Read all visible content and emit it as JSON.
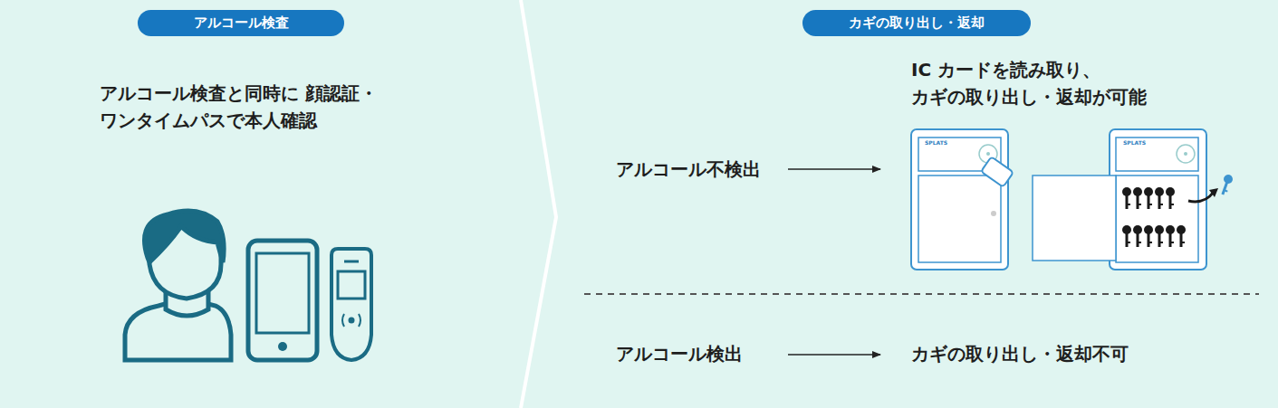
{
  "diagram": {
    "nodes": [
      {
        "text": [
          "アルコール検査"
        ]
      },
      {
        "text": [
          "カギの取り出し・返却"
        ]
      }
    ],
    "labels": [
      "アルコール検査と同時に 顔認証・ワンタイムパスで本人確認",
      "IC カードを読み取り、 カギの取り出し・返却が可能",
      "アルコール不検出",
      "アルコール検出",
      "カギの取り出し・返却不可",
      "SPLATS",
      "SPLATS"
    ]
  }
}
